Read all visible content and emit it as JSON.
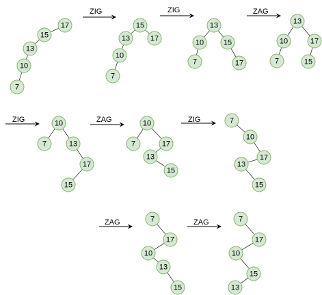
{
  "steps": [
    {
      "nodes": [
        {
          "id": "a17",
          "key": "17"
        },
        {
          "id": "a15",
          "key": "15"
        },
        {
          "id": "a13",
          "key": "13"
        },
        {
          "id": "a10",
          "key": "10"
        },
        {
          "id": "a7",
          "key": "7"
        }
      ],
      "edges": [
        [
          "a17",
          "a15"
        ],
        [
          "a15",
          "a13"
        ],
        [
          "a13",
          "a10"
        ],
        [
          "a10",
          "a7"
        ]
      ]
    },
    {
      "operation": "ZIG",
      "nodes": [
        {
          "id": "b15",
          "key": "15"
        },
        {
          "id": "b13",
          "key": "13"
        },
        {
          "id": "b17",
          "key": "17"
        },
        {
          "id": "b10",
          "key": "10"
        },
        {
          "id": "b7",
          "key": "7"
        }
      ],
      "edges": [
        [
          "b15",
          "b13"
        ],
        [
          "b15",
          "b17"
        ],
        [
          "b13",
          "b10"
        ],
        [
          "b10",
          "b7"
        ]
      ]
    },
    {
      "operation": "ZIG",
      "nodes": [
        {
          "id": "c13",
          "key": "13"
        },
        {
          "id": "c10",
          "key": "10"
        },
        {
          "id": "c15",
          "key": "15"
        },
        {
          "id": "c7",
          "key": "7"
        },
        {
          "id": "c17",
          "key": "17"
        }
      ],
      "edges": [
        [
          "c13",
          "c10"
        ],
        [
          "c13",
          "c15"
        ],
        [
          "c10",
          "c7"
        ],
        [
          "c15",
          "c17"
        ]
      ]
    },
    {
      "operation": "ZAG",
      "nodes": [
        {
          "id": "d13",
          "key": "13"
        },
        {
          "id": "d10",
          "key": "10"
        },
        {
          "id": "d17",
          "key": "17"
        },
        {
          "id": "d7",
          "key": "7"
        },
        {
          "id": "d15",
          "key": "15"
        }
      ],
      "edges": [
        [
          "d13",
          "d10"
        ],
        [
          "d13",
          "d17"
        ],
        [
          "d10",
          "d7"
        ],
        [
          "d17",
          "d15"
        ]
      ]
    },
    {
      "operation": "ZIG",
      "nodes": [
        {
          "id": "e10",
          "key": "10"
        },
        {
          "id": "e7",
          "key": "7"
        },
        {
          "id": "e13",
          "key": "13"
        },
        {
          "id": "e17",
          "key": "17"
        },
        {
          "id": "e15",
          "key": "15"
        }
      ],
      "edges": [
        [
          "e10",
          "e7"
        ],
        [
          "e10",
          "e13"
        ],
        [
          "e13",
          "e17"
        ],
        [
          "e17",
          "e15"
        ]
      ]
    },
    {
      "operation": "ZAG",
      "nodes": [
        {
          "id": "f10",
          "key": "10"
        },
        {
          "id": "f7",
          "key": "7"
        },
        {
          "id": "f17",
          "key": "17"
        },
        {
          "id": "f13",
          "key": "13"
        },
        {
          "id": "f15",
          "key": "15"
        }
      ],
      "edges": [
        [
          "f10",
          "f7"
        ],
        [
          "f10",
          "f17"
        ],
        [
          "f17",
          "f13"
        ],
        [
          "f13",
          "f15"
        ]
      ]
    },
    {
      "operation": "ZIG",
      "nodes": [
        {
          "id": "g7",
          "key": "7"
        },
        {
          "id": "g10",
          "key": "10"
        },
        {
          "id": "g17",
          "key": "17"
        },
        {
          "id": "g13",
          "key": "13"
        },
        {
          "id": "g15",
          "key": "15"
        }
      ],
      "edges": [
        [
          "g7",
          "g10"
        ],
        [
          "g10",
          "g17"
        ],
        [
          "g17",
          "g13"
        ],
        [
          "g13",
          "g15"
        ]
      ]
    },
    {
      "operation": "ZAG",
      "nodes": [
        {
          "id": "h7",
          "key": "7"
        },
        {
          "id": "h17",
          "key": "17"
        },
        {
          "id": "h10",
          "key": "10"
        },
        {
          "id": "h13",
          "key": "13"
        },
        {
          "id": "h15",
          "key": "15"
        }
      ],
      "edges": [
        [
          "h7",
          "h17"
        ],
        [
          "h17",
          "h10"
        ],
        [
          "h10",
          "h13"
        ],
        [
          "h13",
          "h15"
        ]
      ]
    },
    {
      "operation": "ZAG",
      "nodes": [
        {
          "id": "i7",
          "key": "7"
        },
        {
          "id": "i17",
          "key": "17"
        },
        {
          "id": "i10",
          "key": "10"
        },
        {
          "id": "i15",
          "key": "15"
        },
        {
          "id": "i13",
          "key": "13"
        }
      ],
      "edges": [
        [
          "i7",
          "i17"
        ],
        [
          "i17",
          "i10"
        ],
        [
          "i10",
          "i15"
        ],
        [
          "i15",
          "i13"
        ]
      ]
    }
  ]
}
